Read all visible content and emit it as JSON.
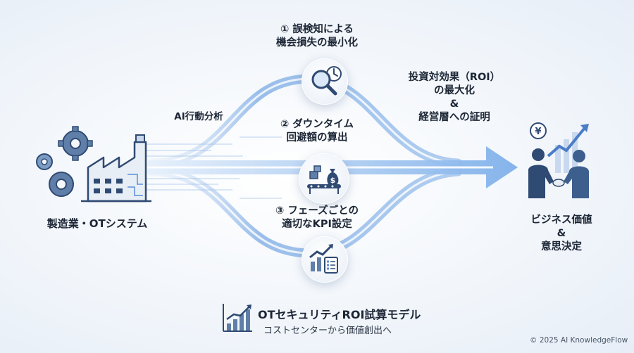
{
  "left": {
    "label": "製造業・OTシステム",
    "icon": "factory-gears-icon"
  },
  "analysis_label": "AI行動分析",
  "branches": [
    {
      "line1": "① 誤検知による",
      "line2": "機会損失の最小化",
      "icon": "magnifier-clock-icon"
    },
    {
      "line1": "② ダウンタイム",
      "line2": "回避額の算出",
      "icon": "conveyor-money-bag-icon"
    },
    {
      "line1": "③ フェーズごとの",
      "line2": "適切なKPI設定",
      "icon": "growth-chart-checklist-icon"
    }
  ],
  "result": {
    "line1": "投資対効果（ROI）",
    "line2": "の最大化",
    "line3": "&",
    "line4": "経営層への証明"
  },
  "right": {
    "line1": "ビジネス価値",
    "line2": "&",
    "line3": "意思決定",
    "icon": "handshake-yen-growth-icon"
  },
  "footer": {
    "title": "OTセキュリティROI試算モデル",
    "subtitle": "コストセンターから価値創出へ",
    "icon": "bar-chart-growth-icon"
  },
  "copyright": "© 2025 AI KnowledgeFlow",
  "colors": {
    "accent": "#5b8ed6",
    "dark": "#2f4a73",
    "text": "#1c2635"
  }
}
